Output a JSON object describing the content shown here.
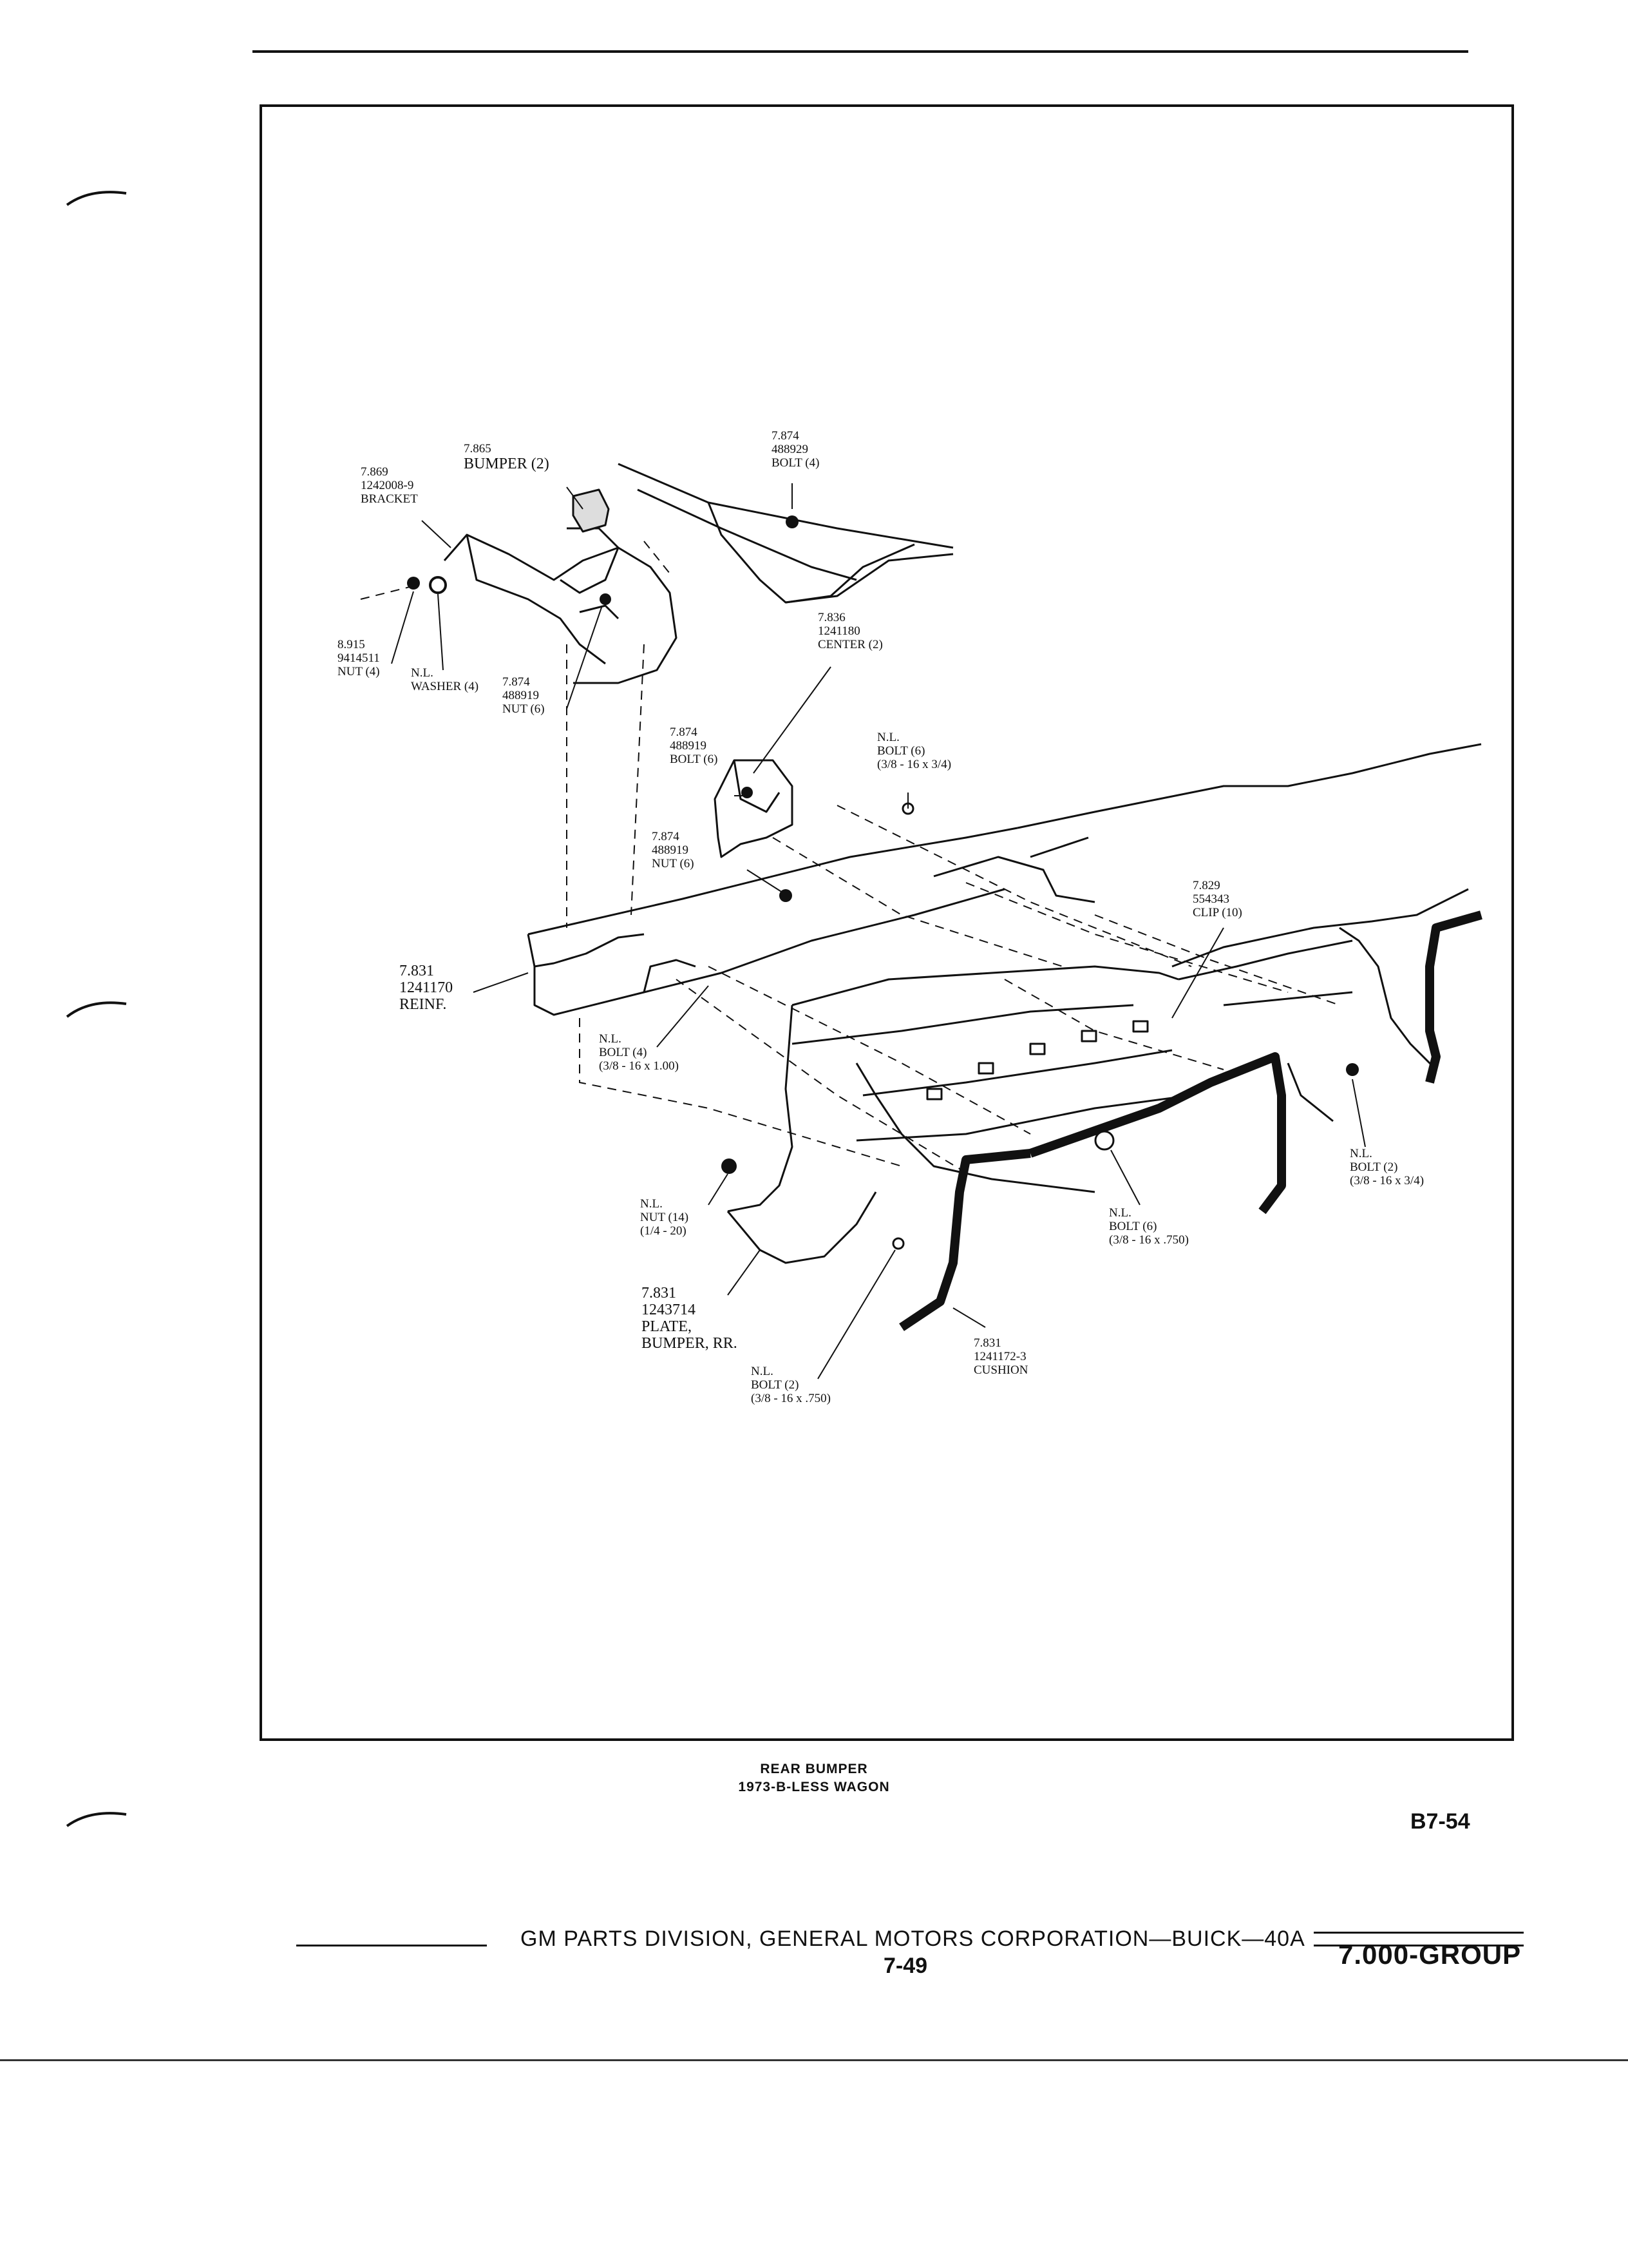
{
  "callouts": [
    {
      "id": "c7865",
      "lines": [
        "7.865",
        "BUMPER (2)"
      ]
    },
    {
      "id": "c7869",
      "lines": [
        "7.869",
        "1242008-9",
        "BRACKET"
      ]
    },
    {
      "id": "c7874a",
      "lines": [
        "7.874",
        "488929",
        "BOLT (4)"
      ]
    },
    {
      "id": "c8915",
      "lines": [
        "8.915",
        "9414511",
        "NUT (4)"
      ]
    },
    {
      "id": "cwasher",
      "lines": [
        "N.L.",
        "WASHER (4)"
      ]
    },
    {
      "id": "c7874b",
      "lines": [
        "7.874",
        "488919",
        "NUT (6)"
      ]
    },
    {
      "id": "c7836",
      "lines": [
        "7.836",
        "1241180",
        "CENTER (2)"
      ]
    },
    {
      "id": "c7874c",
      "lines": [
        "7.874",
        "488919",
        "BOLT (6)"
      ]
    },
    {
      "id": "cnlbolt6a",
      "lines": [
        "N.L.",
        "BOLT (6)",
        "(3/8 - 16 x 3/4)"
      ]
    },
    {
      "id": "c7874d",
      "lines": [
        "7.874",
        "488919",
        "NUT (6)"
      ]
    },
    {
      "id": "c7829",
      "lines": [
        "7.829",
        "554343",
        "CLIP (10)"
      ]
    },
    {
      "id": "c7831a",
      "lines": [
        "7.831",
        "1241170",
        "REINF."
      ]
    },
    {
      "id": "cnlbolt4",
      "lines": [
        "N.L.",
        "BOLT (4)",
        "(3/8 - 16 x 1.00)"
      ]
    },
    {
      "id": "cnlbolt2a",
      "lines": [
        "N.L.",
        "BOLT (2)",
        "(3/8 - 16 x 3/4)"
      ]
    },
    {
      "id": "cnlnut14",
      "lines": [
        "N.L.",
        "NUT (14)",
        "(1/4 - 20)"
      ]
    },
    {
      "id": "cnlbolt6b",
      "lines": [
        "N.L.",
        "BOLT (6)",
        "(3/8 - 16 x .750)"
      ]
    },
    {
      "id": "c7831b",
      "lines": [
        "7.831",
        "1243714",
        "PLATE,",
        "BUMPER, RR."
      ]
    },
    {
      "id": "c7831c",
      "lines": [
        "7.831",
        "1241172-3",
        "CUSHION"
      ]
    },
    {
      "id": "cnlbolt2b",
      "lines": [
        "N.L.",
        "BOLT (2)",
        "(3/8 - 16 x .750)"
      ]
    }
  ],
  "caption": {
    "line1": "REAR BUMPER",
    "line2": "1973-B-LESS WAGON"
  },
  "page_ref": "B7-54",
  "footer": {
    "text": "GM PARTS DIVISION, GENERAL MOTORS CORPORATION—BUICK—40A",
    "page": "7-49",
    "group": "7.000-GROUP"
  }
}
